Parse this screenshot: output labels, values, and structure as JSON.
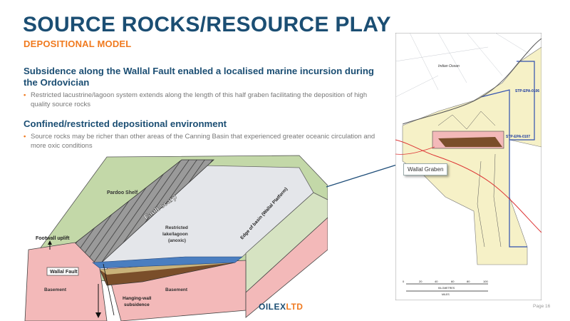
{
  "header": {
    "title": "SOURCE ROCKS/RESOURCE PLAY",
    "subtitle": "DEPOSITIONAL MODEL"
  },
  "content": {
    "heading1": "Subsidence along the Wallal Fault enabled a localised marine incursion during the Ordovician",
    "bullet1": "Restricted lacustrine/lagoon system extends along the length of this half graben facilitating the deposition of high quality source rocks",
    "heading2": "Confined/restricted depositional environment",
    "bullet2": "Source rocks may be richer than other areas of the Canning Basin that experienced greater oceanic circulation and more oxic conditions"
  },
  "diagram_labels": {
    "pardoo_shelf": "Pardoo Shelf",
    "fault_scarp": "Fault scarp",
    "edge_of_basin": "Edge of basin (Wallal Platform)",
    "restricted_lake_1": "Restricted",
    "restricted_lake_2": "lake/lagoon",
    "restricted_lake_3": "(anoxic)",
    "footwall_uplift": "Footwall uplift",
    "wallal_fault": "Wallal Fault",
    "basement_left": "Basement",
    "basement_right": "Basement",
    "hanging_wall_1": "Hanging-wall",
    "hanging_wall_2": "subsidence"
  },
  "map": {
    "indian_ocean": "Indian Ocean",
    "permit1": "STP-EPA-0106",
    "permit2": "STP-EPA-0107",
    "callout": "Wallal Graben",
    "scale_km": "KILOMETRES",
    "scale_mi": "MILES",
    "ticks": [
      "0",
      "20",
      "40",
      "60",
      "80",
      "100"
    ]
  },
  "footer": {
    "logo_main": "OILEX",
    "logo_suffix": "LTD",
    "page": "Page 16"
  },
  "colors": {
    "title": "#1b4e73",
    "accent": "#f07a1f"
  }
}
